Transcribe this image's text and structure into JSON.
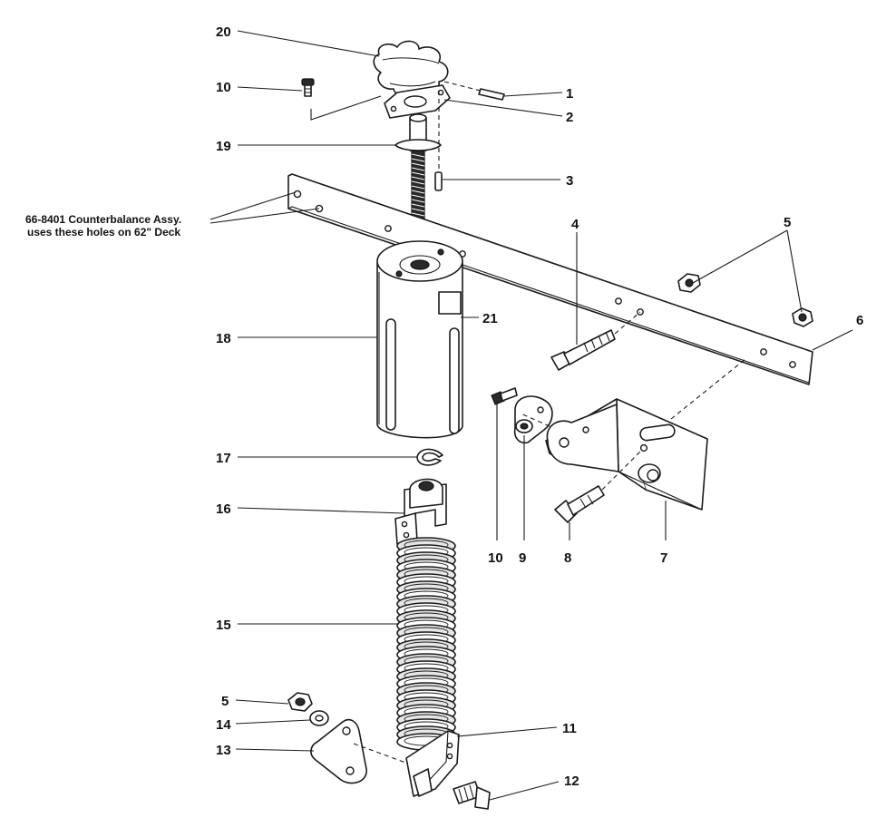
{
  "note": {
    "line1": "66-8401 Counterbalance Assy.",
    "line2": "uses these holes on 62\" Deck"
  },
  "callouts": {
    "c1": "1",
    "c2": "2",
    "c3": "3",
    "c4": "4",
    "c5a": "5",
    "c5b": "5",
    "c6": "6",
    "c7": "7",
    "c8": "8",
    "c9": "9",
    "c10a": "10",
    "c10b": "10",
    "c11": "11",
    "c12": "12",
    "c13": "13",
    "c14": "14",
    "c15": "15",
    "c16": "16",
    "c17": "17",
    "c18": "18",
    "c19": "19",
    "c20": "20",
    "c21": "21"
  }
}
